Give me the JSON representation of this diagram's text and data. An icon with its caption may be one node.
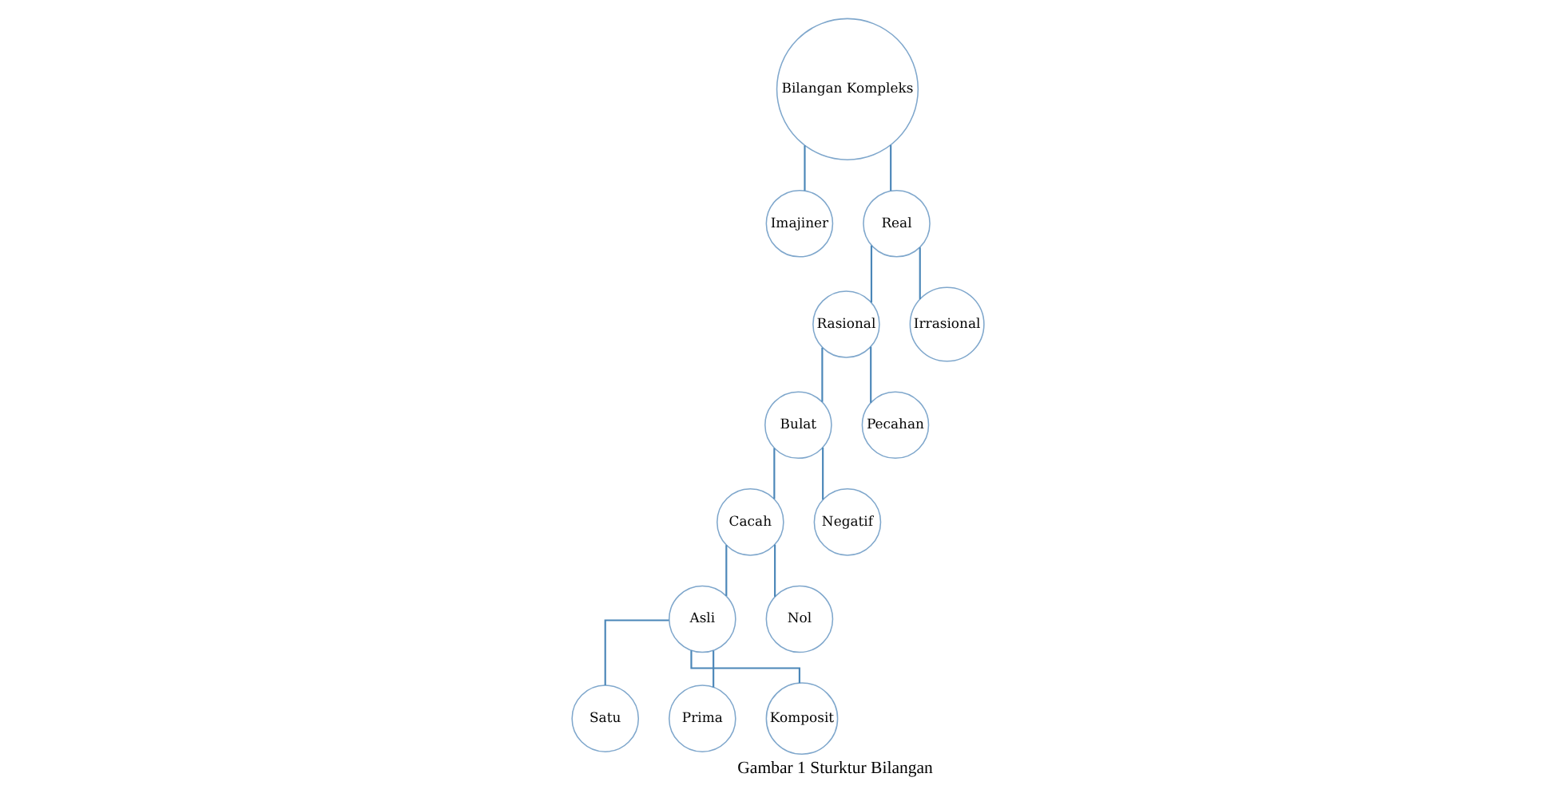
{
  "diagram": {
    "caption": "Gambar 1 Sturktur Bilangan",
    "nodes": [
      {
        "text": [
          "Bilangan Kompleks"
        ]
      },
      {
        "text": [
          "Imajiner"
        ]
      },
      {
        "text": [
          "Real"
        ]
      },
      {
        "text": [
          "Rasional"
        ]
      },
      {
        "text": [
          "Irrasional"
        ]
      },
      {
        "text": [
          "Bulat"
        ]
      },
      {
        "text": [
          "Pecahan"
        ]
      },
      {
        "text": [
          "Cacah"
        ]
      },
      {
        "text": [
          "Negatif"
        ]
      },
      {
        "text": [
          "Asli"
        ]
      },
      {
        "text": [
          "Nol"
        ]
      },
      {
        "text": [
          "Satu"
        ]
      },
      {
        "text": [
          "Prima"
        ]
      },
      {
        "text": [
          "Komposit"
        ]
      }
    ],
    "edges": [
      {
        "from": 0,
        "to": 1,
        "arrow": "none"
      },
      {
        "from": 0,
        "to": 2,
        "arrow": "none"
      },
      {
        "from": 2,
        "to": 3,
        "arrow": "none"
      },
      {
        "from": 2,
        "to": 4,
        "arrow": "none"
      },
      {
        "from": 3,
        "to": 5,
        "arrow": "none"
      },
      {
        "from": 3,
        "to": 6,
        "arrow": "none"
      },
      {
        "from": 5,
        "to": 7,
        "arrow": "none"
      },
      {
        "from": 5,
        "to": 8,
        "arrow": "none"
      },
      {
        "from": 7,
        "to": 9,
        "arrow": "none"
      },
      {
        "from": 7,
        "to": 10,
        "arrow": "none"
      },
      {
        "from": 9,
        "to": 11,
        "arrow": "none"
      },
      {
        "from": 9,
        "to": 12,
        "arrow": "none"
      },
      {
        "from": 9,
        "to": 13,
        "arrow": "none"
      }
    ]
  }
}
